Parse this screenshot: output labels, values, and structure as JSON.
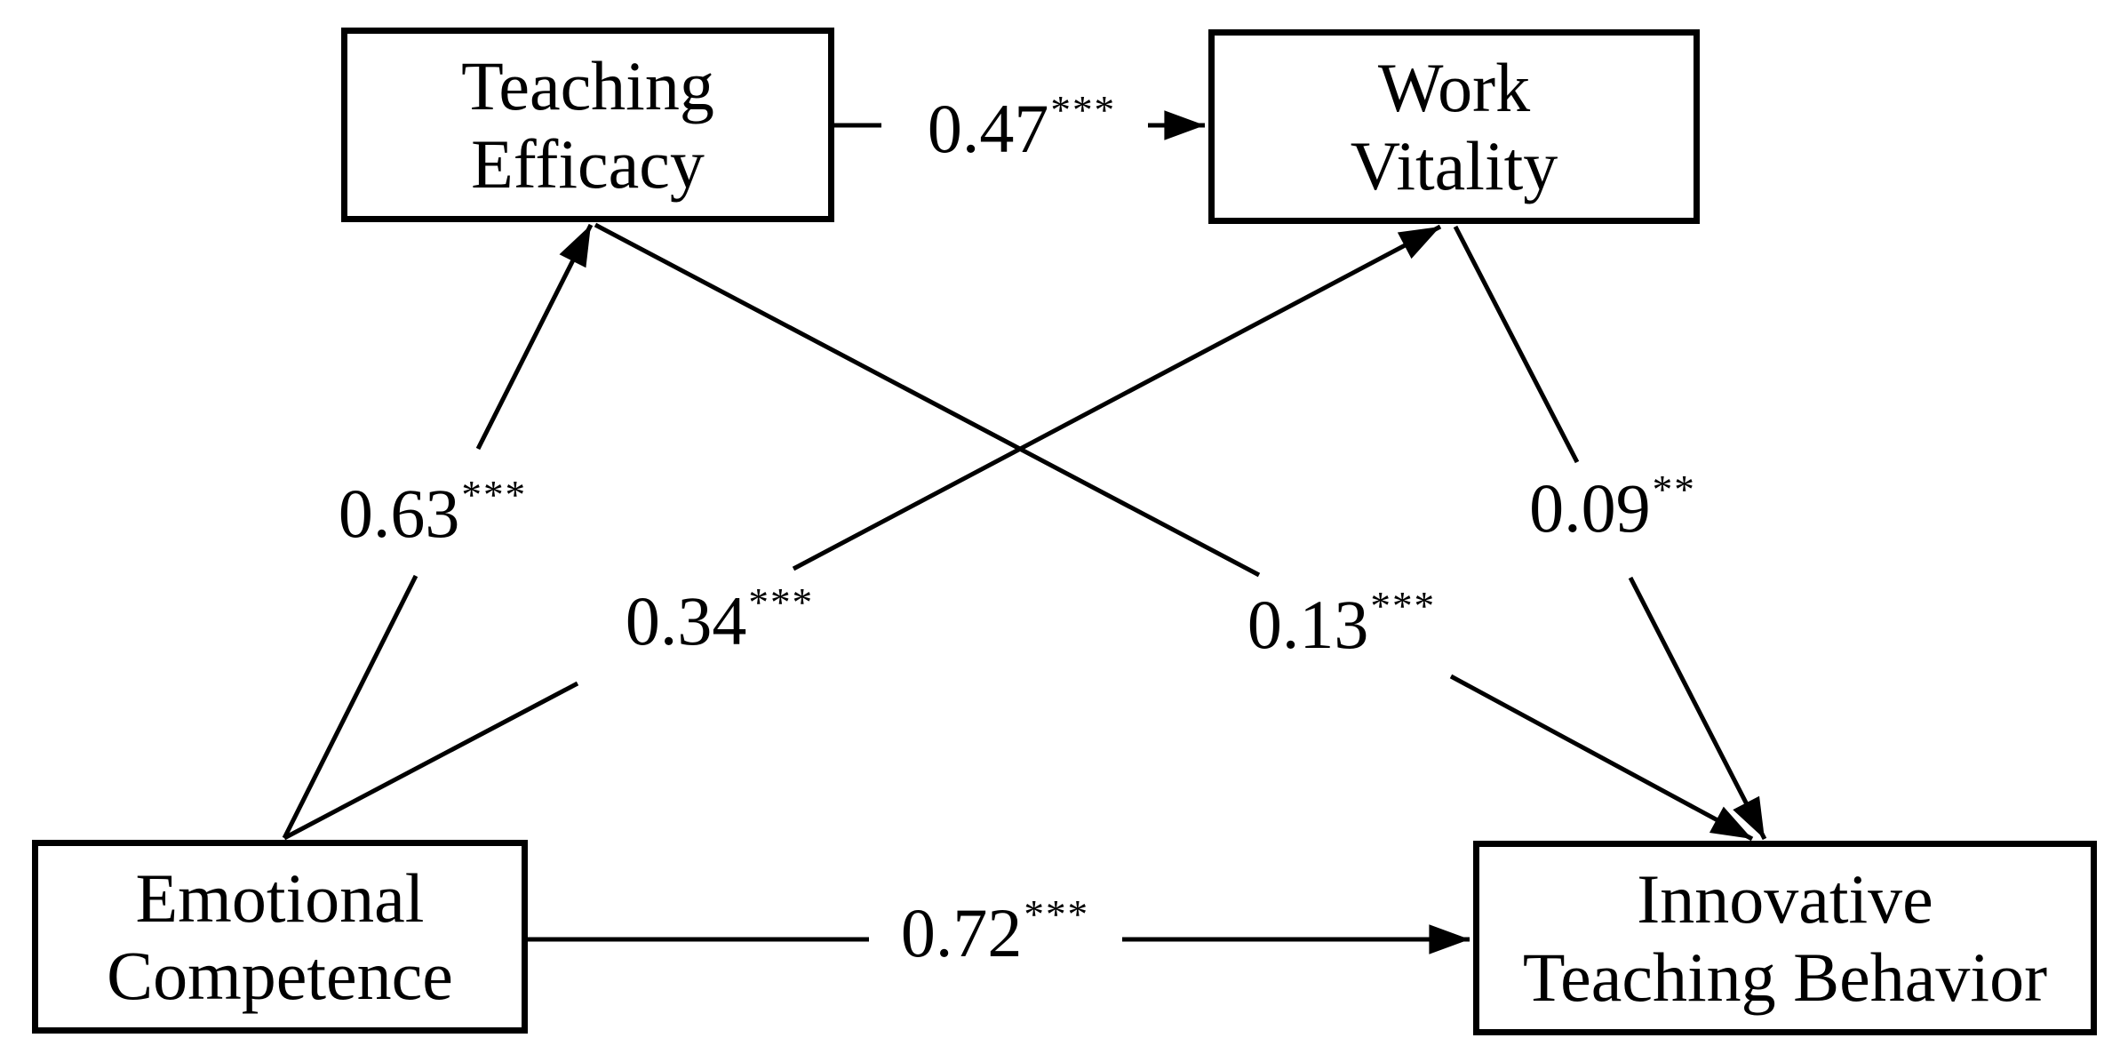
{
  "diagram": {
    "type": "path-model",
    "background_color": "#ffffff",
    "line_color": "#000000",
    "text_color": "#000000",
    "nodes": {
      "teaching_efficacy": {
        "line1": "Teaching",
        "line2": "Efficacy"
      },
      "work_vitality": {
        "line1": "Work",
        "line2": "Vitality"
      },
      "emotional_competence": {
        "line1": "Emotional",
        "line2": "Competence"
      },
      "innovative_teaching_behavior": {
        "line1": "Innovative",
        "line2": "Teaching Behavior"
      }
    },
    "paths": {
      "te_to_wv": {
        "from": "Teaching Efficacy",
        "to": "Work Vitality",
        "value": "0.47",
        "stars": "***"
      },
      "ec_to_te": {
        "from": "Emotional Competence",
        "to": "Teaching Efficacy",
        "value": "0.63",
        "stars": "***"
      },
      "ec_to_wv": {
        "from": "Emotional Competence",
        "to": "Work Vitality",
        "value": "0.34",
        "stars": "***"
      },
      "te_to_itb": {
        "from": "Teaching Efficacy",
        "to": "Innovative Teaching Behavior",
        "value": "0.13",
        "stars": "***"
      },
      "wv_to_itb": {
        "from": "Work Vitality",
        "to": "Innovative Teaching Behavior",
        "value": "0.09",
        "stars": "**"
      },
      "ec_to_itb": {
        "from": "Emotional Competence",
        "to": "Innovative Teaching Behavior",
        "value": "0.72",
        "stars": "***"
      }
    }
  }
}
